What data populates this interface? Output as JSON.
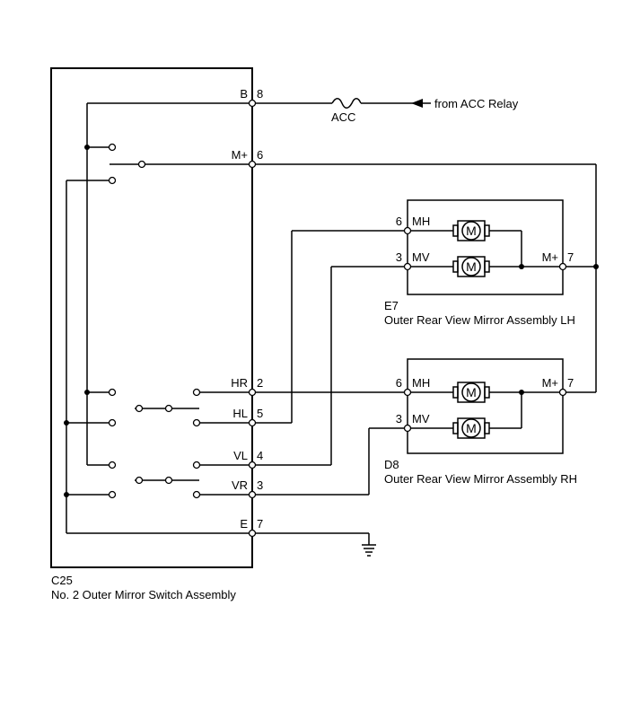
{
  "source": {
    "label": "from ACC Relay",
    "fuse": "ACC"
  },
  "switch_assembly": {
    "code": "C25",
    "name": "No. 2 Outer Mirror Switch Assembly",
    "pins": [
      {
        "name": "B",
        "num": "8"
      },
      {
        "name": "M+",
        "num": "6"
      },
      {
        "name": "HR",
        "num": "2"
      },
      {
        "name": "HL",
        "num": "5"
      },
      {
        "name": "VL",
        "num": "4"
      },
      {
        "name": "VR",
        "num": "3"
      },
      {
        "name": "E",
        "num": "7"
      }
    ]
  },
  "mirror_lh": {
    "code": "E7",
    "name": "Outer Rear View Mirror Assembly LH",
    "pins": [
      {
        "num": "6",
        "name": "MH"
      },
      {
        "num": "3",
        "name": "MV"
      },
      {
        "name": "M+",
        "num": "7"
      }
    ],
    "motor_label": "M"
  },
  "mirror_rh": {
    "code": "D8",
    "name": "Outer Rear View Mirror Assembly RH",
    "pins": [
      {
        "num": "6",
        "name": "MH"
      },
      {
        "num": "3",
        "name": "MV"
      },
      {
        "name": "M+",
        "num": "7"
      }
    ],
    "motor_label": "M"
  }
}
